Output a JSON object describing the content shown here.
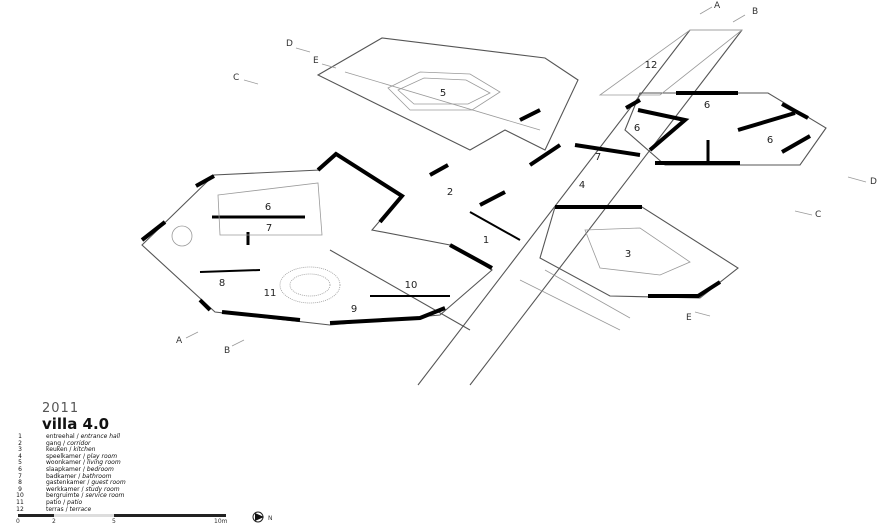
{
  "plan": {
    "rooms": [
      "5",
      "12",
      "6",
      "6",
      "6",
      "7",
      "4",
      "2",
      "6",
      "7",
      "1",
      "3",
      "8",
      "11",
      "10",
      "9"
    ],
    "section_marks": [
      "A",
      "B",
      "D",
      "E",
      "C",
      "D",
      "C",
      "E",
      "A",
      "B"
    ]
  },
  "legend": {
    "year": "2011",
    "title": "villa 4.0",
    "items": [
      {
        "num": "1",
        "nl": "entreehal",
        "en": "entrance hall"
      },
      {
        "num": "2",
        "nl": "gang",
        "en": "corridor"
      },
      {
        "num": "3",
        "nl": "keuken",
        "en": "kitchen"
      },
      {
        "num": "4",
        "nl": "speelkamer",
        "en": "play room"
      },
      {
        "num": "5",
        "nl": "woonkamer",
        "en": "living room"
      },
      {
        "num": "6",
        "nl": "slaapkamer",
        "en": "bedroom"
      },
      {
        "num": "7",
        "nl": "badkamer",
        "en": "bathroom"
      },
      {
        "num": "8",
        "nl": "gastenkamer",
        "en": "guest room"
      },
      {
        "num": "9",
        "nl": "werkkamer",
        "en": "study room"
      },
      {
        "num": "10",
        "nl": "bergruimte",
        "en": "service room"
      },
      {
        "num": "11",
        "nl": "patio",
        "en": "patio"
      },
      {
        "num": "12",
        "nl": "terras",
        "en": "terrace"
      }
    ],
    "separator": " / "
  },
  "scale": {
    "ticks": [
      "0",
      "2",
      "5",
      "10m"
    ],
    "north_label": "N"
  }
}
